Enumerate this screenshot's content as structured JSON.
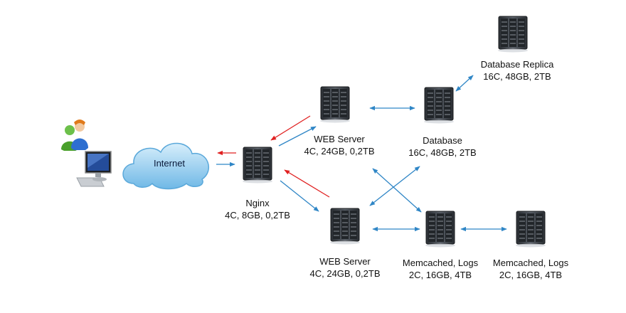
{
  "internet": {
    "label": "Internet"
  },
  "nginx": {
    "name": "Nginx",
    "specs": "4C, 8GB, 0,2TB"
  },
  "web_server_1": {
    "name": "WEB Server",
    "specs": "4C, 24GB, 0,2TB"
  },
  "web_server_2": {
    "name": "WEB Server",
    "specs": "4C, 24GB, 0,2TB"
  },
  "database": {
    "name": "Database",
    "specs": "16C, 48GB, 2TB"
  },
  "database_replica": {
    "name": "Database Replica",
    "specs": "16C, 48GB, 2TB"
  },
  "memcached_1": {
    "name": "Memcached, Logs",
    "specs": "2C, 16GB, 4TB"
  },
  "memcached_2": {
    "name": "Memcached, Logs",
    "specs": "2C, 16GB, 4TB"
  },
  "colors": {
    "link": "#2f86c6",
    "response": "#e02020",
    "cloud": "#9fd3f2",
    "server": "#3a3f45"
  },
  "icons": [
    "user-computer-icon",
    "cloud-icon",
    "server-rack-icon"
  ]
}
